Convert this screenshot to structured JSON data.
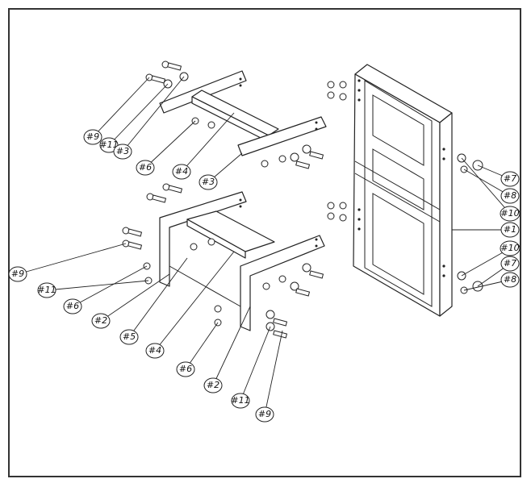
{
  "callouts": [
    {
      "label": "#9"
    },
    {
      "label": "#11"
    },
    {
      "label": "#3"
    },
    {
      "label": "#6"
    },
    {
      "label": "#4"
    },
    {
      "label": "#3"
    },
    {
      "label": "#7"
    },
    {
      "label": "#8"
    },
    {
      "label": "#10"
    },
    {
      "label": "#1"
    },
    {
      "label": "#9"
    },
    {
      "label": "#11"
    },
    {
      "label": "#6"
    },
    {
      "label": "#2"
    },
    {
      "label": "#5"
    },
    {
      "label": "#4"
    },
    {
      "label": "#10"
    },
    {
      "label": "#7"
    },
    {
      "label": "#8"
    },
    {
      "label": "#6"
    },
    {
      "label": "#2"
    },
    {
      "label": "#11"
    },
    {
      "label": "#9"
    }
  ]
}
